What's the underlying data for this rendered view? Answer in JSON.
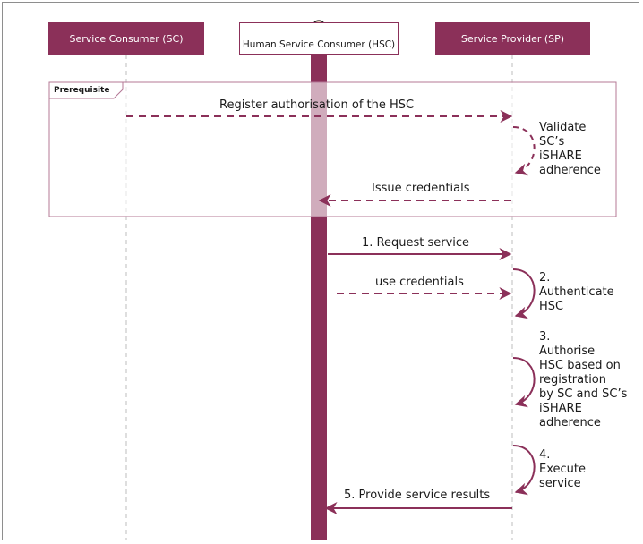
{
  "participants": {
    "service_consumer": "Service Consumer (SC)",
    "human_service_consumer": "Human Service Consumer (HSC)",
    "service_provider": "Service Provider (SP)"
  },
  "prerequisite": {
    "label": "Prerequisite",
    "register": "Register authorisation of the HSC",
    "validate": [
      "Validate",
      "SC’s",
      "iSHARE",
      "adherence"
    ],
    "issue": "Issue credentials"
  },
  "messages": {
    "request": "1. Request service",
    "use_credentials": "use credentials",
    "results": "5. Provide service results"
  },
  "steps": {
    "authenticate": [
      "2.",
      "Authenticate",
      "HSC"
    ],
    "authorise": [
      "3.",
      "Authorise",
      "HSC based on",
      "registration",
      "by SC and SC’s",
      "iSHARE",
      "adherence"
    ],
    "execute": [
      "4.",
      "Execute",
      "service"
    ]
  },
  "colors": {
    "accent": "#8b3059",
    "lifeline": "#c8c8c8",
    "frame": "#8e8e8e",
    "prereq_border": "#b47896"
  },
  "icons": {
    "hsc": "person-icon"
  }
}
